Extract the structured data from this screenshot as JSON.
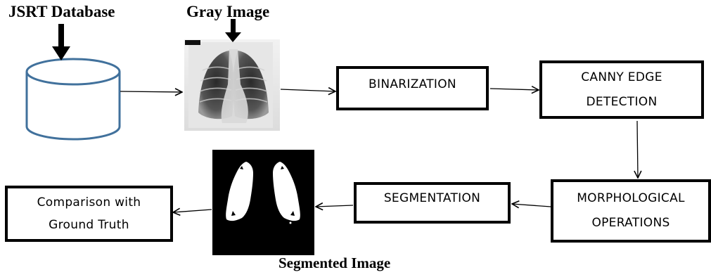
{
  "labels": {
    "database": "JSRT Database",
    "gray_image": "Gray Image",
    "segmented_image": "Segmented Image"
  },
  "boxes": {
    "binarization": "BINARIZATION",
    "canny_line1": "CANNY EDGE",
    "canny_line2": "DETECTION",
    "morph_line1": "MORPHOLOGICAL",
    "morph_line2": "OPERATIONS",
    "segmentation": "SEGMENTATION",
    "comparison_line1": "Comparison with",
    "comparison_line2": "Ground Truth"
  },
  "colors": {
    "database_cylinder": "#41719C",
    "box_border": "#000000",
    "arrow": "#000000"
  },
  "icons": {
    "database": "database-cylinder-icon",
    "xray": "chest-xray-image",
    "segmented": "segmented-lungs-image"
  }
}
